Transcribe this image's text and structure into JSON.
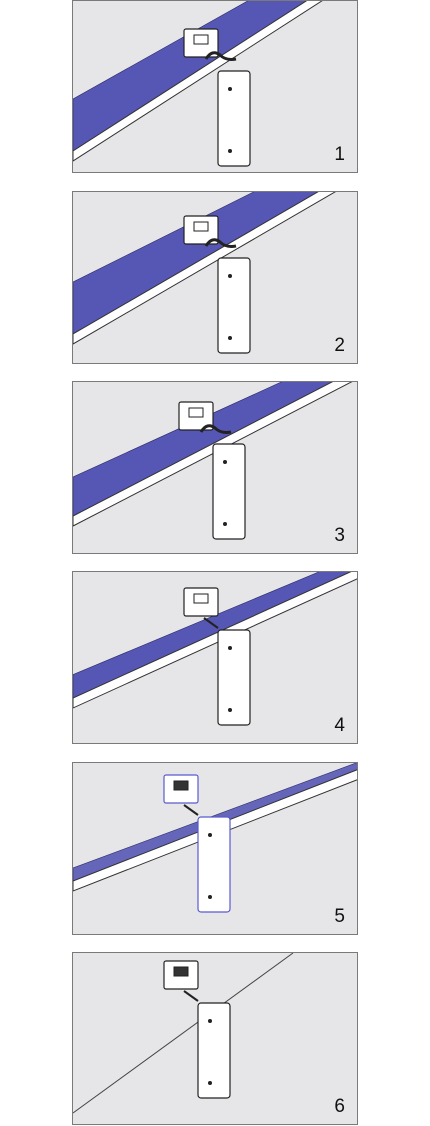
{
  "colors": {
    "band": "#5656b4",
    "panel_bg": "#e6e6e8",
    "border": "#7a7a7a"
  },
  "steps": [
    {
      "label": "1",
      "band_opacity": 1.0,
      "band_width": 1.0,
      "clip_open": 1.0
    },
    {
      "label": "2",
      "band_opacity": 1.0,
      "band_width": 1.0,
      "clip_open": 0.7
    },
    {
      "label": "3",
      "band_opacity": 1.0,
      "band_width": 0.75,
      "clip_open": 0.4
    },
    {
      "label": "4",
      "band_opacity": 1.0,
      "band_width": 0.45,
      "clip_open": 0.15
    },
    {
      "label": "5",
      "band_opacity": 0.9,
      "band_width": 0.25,
      "clip_open": 0.0
    },
    {
      "label": "6",
      "band_opacity": 0.0,
      "band_width": 0.0,
      "clip_open": 0.0
    }
  ]
}
